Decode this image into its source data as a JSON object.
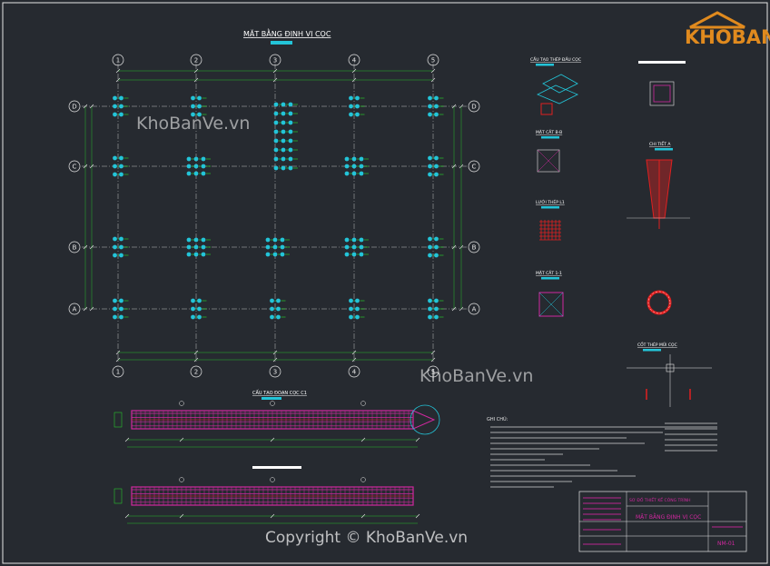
{
  "drawing": {
    "main_title": "MẶT BẰNG ĐỊNH VỊ CỌC",
    "axes_x": [
      "1",
      "2",
      "3",
      "4",
      "5"
    ],
    "axes_y": [
      "D",
      "C",
      "B",
      "A"
    ],
    "pile_section_title": "CẤU TẠO ĐOẠN CỌC C1",
    "detail_titles": {
      "head_rebar": "CẤU TẠO THÉP ĐẦU CỌC",
      "section_bb": "MẶT CẮT B-B",
      "mesh_l1": "LƯỚI THÉP L1",
      "section_11": "MẶT CẮT 1-1",
      "detail_a": "CHI TIẾT A",
      "ring_rebar": "CỐT THÉP MŨI CỌC"
    },
    "notes_title": "GHI CHÚ:",
    "watermark": "KhoBanVe.vn",
    "copyright": "Copyright © KhoBanVe.vn"
  },
  "title_block": {
    "project": "SƠ ĐỒ THIẾT KẾ CÔNG TRÌNH",
    "sheet_name": "MẶT BẰNG ĐỊNH VỊ CỌC",
    "sheet_no": "NM-01"
  },
  "logo": {
    "text": "KHOBANVE",
    "color": "#e08a1e"
  },
  "colors": {
    "background": "#262a30",
    "pile": "#23c4d8",
    "grid": "#e6e6e6",
    "dim": "#27e02b",
    "title": "#ffffff",
    "rebar": "#d0289f",
    "red": "#e02020"
  }
}
